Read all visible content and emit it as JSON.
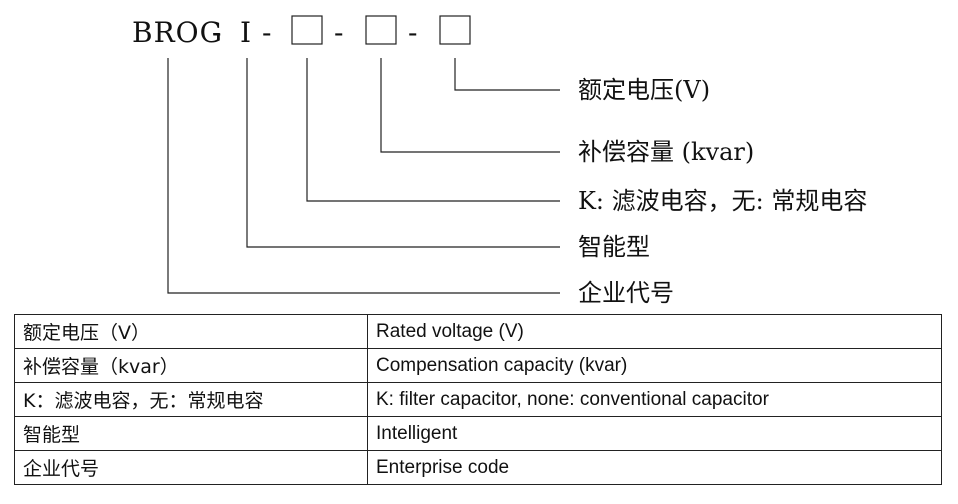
{
  "diagram": {
    "model_parts": [
      "BROG",
      "-",
      "I",
      "-",
      "-",
      "-"
    ],
    "labels": [
      "额定电压(V)",
      "补偿容量 (kvar)",
      "K: 滤波电容，无: 常规电容",
      "智能型",
      "企业代号"
    ]
  },
  "table": {
    "rows": [
      {
        "cn": "额定电压（V）",
        "en": "Rated voltage (V)"
      },
      {
        "cn": "补偿容量（kvar）",
        "en": "Compensation capacity (kvar)"
      },
      {
        "cn": "K：滤波电容，无：常规电容",
        "en": "K: filter capacitor, none: conventional capacitor"
      },
      {
        "cn": "智能型",
        "en": "Intelligent"
      },
      {
        "cn": "企业代号",
        "en": "Enterprise code"
      }
    ]
  }
}
